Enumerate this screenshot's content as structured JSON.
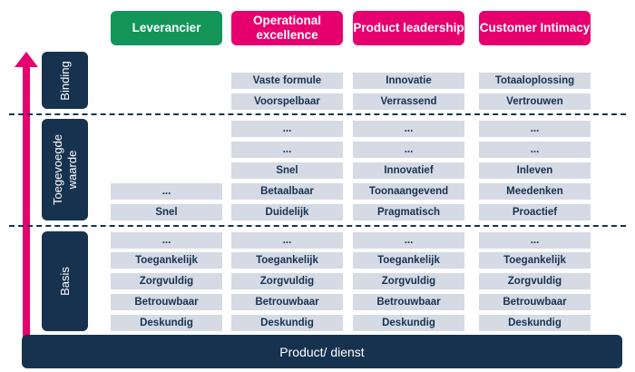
{
  "headers": {
    "leverancier": "Leverancier",
    "operational": "Operational excellence",
    "product": "Product leadership",
    "customer": "Customer Intimacy"
  },
  "side": {
    "binding": "Binding",
    "toegevoegde": "Toegevoegde waarde",
    "basis": "Basis"
  },
  "columns": {
    "leverancier": [
      "...",
      "Snel",
      "...",
      "Toegankelijk",
      "Zorgvuldig",
      "Betrouwbaar",
      "Deskundig"
    ],
    "operational": [
      "Vaste formule",
      "Voorspelbaar",
      "...",
      "...",
      "Snel",
      "Betaalbaar",
      "Duidelijk",
      "...",
      "Toegankelijk",
      "Zorgvuldig",
      "Betrouwbaar",
      "Deskundig"
    ],
    "product": [
      "Innovatie",
      "Verrassend",
      "...",
      "...",
      "Innovatief",
      "Toonaangevend",
      "Pragmatisch",
      "...",
      "Toegankelijk",
      "Zorgvuldig",
      "Betrouwbaar",
      "Deskundig"
    ],
    "customer": [
      "Totaaloplossing",
      "Vertrouwen",
      "...",
      "...",
      "Inleven",
      "Meedenken",
      "Proactief",
      "...",
      "Toegankelijk",
      "Zorgvuldig",
      "Betrouwbaar",
      "Deskundig"
    ]
  },
  "footer": "Product/ dienst",
  "colors": {
    "navy": "#17324f",
    "pink": "#e6006e",
    "green": "#13955a",
    "cell": "#d5dae5"
  }
}
